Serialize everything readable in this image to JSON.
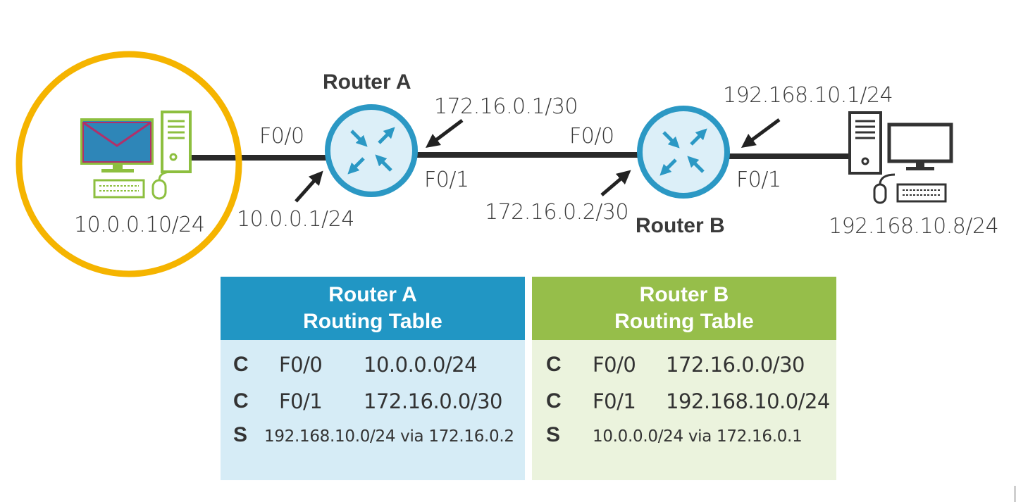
{
  "diagram": {
    "router_a": {
      "name": "Router A",
      "f00": "F0/0",
      "f01": "F0/1",
      "ip_f00": "10.0.0.1/24",
      "ip_f01": "172.16.0.1/30"
    },
    "router_b": {
      "name": "Router B",
      "f00": "F0/0",
      "f01": "F0/1",
      "ip_f00": "172.16.0.2/30",
      "ip_f01": "192.168.10.1/24"
    },
    "host_left": {
      "ip": "10.0.0.10/24",
      "icon": "desktop-computer-icon",
      "highlight_color": "#F5B400"
    },
    "host_right": {
      "ip": "192.168.10.8/24",
      "icon": "desktop-computer-icon"
    }
  },
  "tables": {
    "router_a": {
      "title_line1": "Router A",
      "title_line2": "Routing Table",
      "header_color": "#2196C4",
      "body_color": "#D6ECF6",
      "rows": [
        {
          "code": "C",
          "iface": "F0/0",
          "network": "10.0.0.0/24"
        },
        {
          "code": "C",
          "iface": "F0/1",
          "network": "172.16.0.0/30"
        },
        {
          "code": "S",
          "route": "192.168.10.0/24 via 172.16.0.2"
        }
      ]
    },
    "router_b": {
      "title_line1": "Router B",
      "title_line2": "Routing Table",
      "header_color": "#96BE4A",
      "body_color": "#EBF3DD",
      "rows": [
        {
          "code": "C",
          "iface": "F0/0",
          "network": "172.16.0.0/30"
        },
        {
          "code": "C",
          "iface": "F0/1",
          "network": "192.168.10.0/24"
        },
        {
          "code": "S",
          "route": "10.0.0.0/24 via 172.16.0.1"
        }
      ]
    }
  },
  "colors": {
    "router_fill": "#DCEFF8",
    "router_ring": "#2B98C4",
    "link": "#2a2a2a",
    "left_pc": "#8DBF3F",
    "left_screen": "#2E86B8",
    "left_envelope": "#B0306A",
    "right_pc": "#333333"
  }
}
